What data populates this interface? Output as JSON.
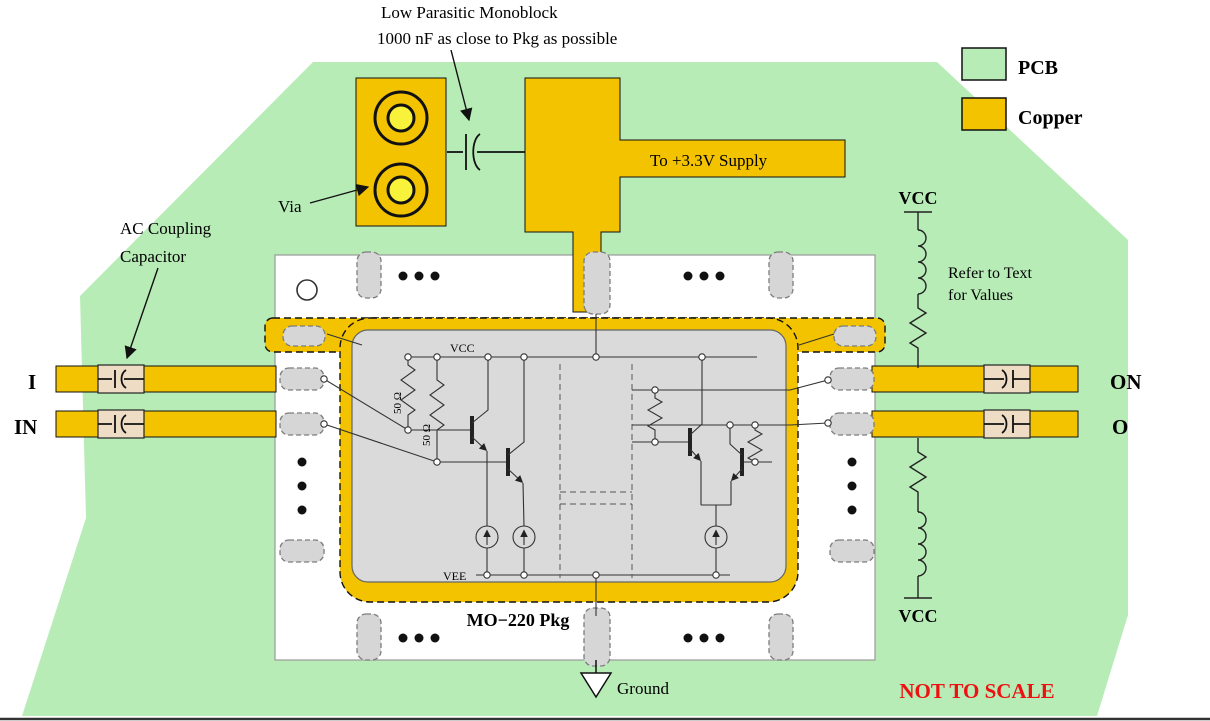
{
  "colors": {
    "pcb_green": "#b7ecb7",
    "copper_yellow": "#f3c300",
    "via_center_yellow": "#f8f23a",
    "pad_gray": "#d6d6d6",
    "die_gray": "#dadada",
    "capacitor_body_tan": "#eedcc4",
    "warning_red": "#ee1111"
  },
  "notes": {
    "monoblock_line1": "Low Parasitic Monoblock",
    "monoblock_line2": "1000 nF as close to Pkg as possible",
    "via": "Via",
    "supply": "To +3.3V Supply",
    "ac_coupling_line1": "AC Coupling",
    "ac_coupling_line2": "Capacitor",
    "refer_line1": "Refer to Text",
    "refer_line2": "for Values",
    "ground": "Ground",
    "not_to_scale": "NOT TO SCALE",
    "package": "MO−220 Pkg"
  },
  "legend": {
    "pcb": "PCB",
    "copper": "Copper"
  },
  "ports": {
    "input_top": "I",
    "input_bottom": "IN",
    "output_top": "ON",
    "output_bottom": "O"
  },
  "bias": {
    "vcc_top": "VCC",
    "vcc_bottom": "VCC"
  },
  "die_labels": {
    "vcc": "VCC",
    "vee": "VEE",
    "r_term_1": "50 Ω",
    "r_term_2": "50 Ω"
  }
}
